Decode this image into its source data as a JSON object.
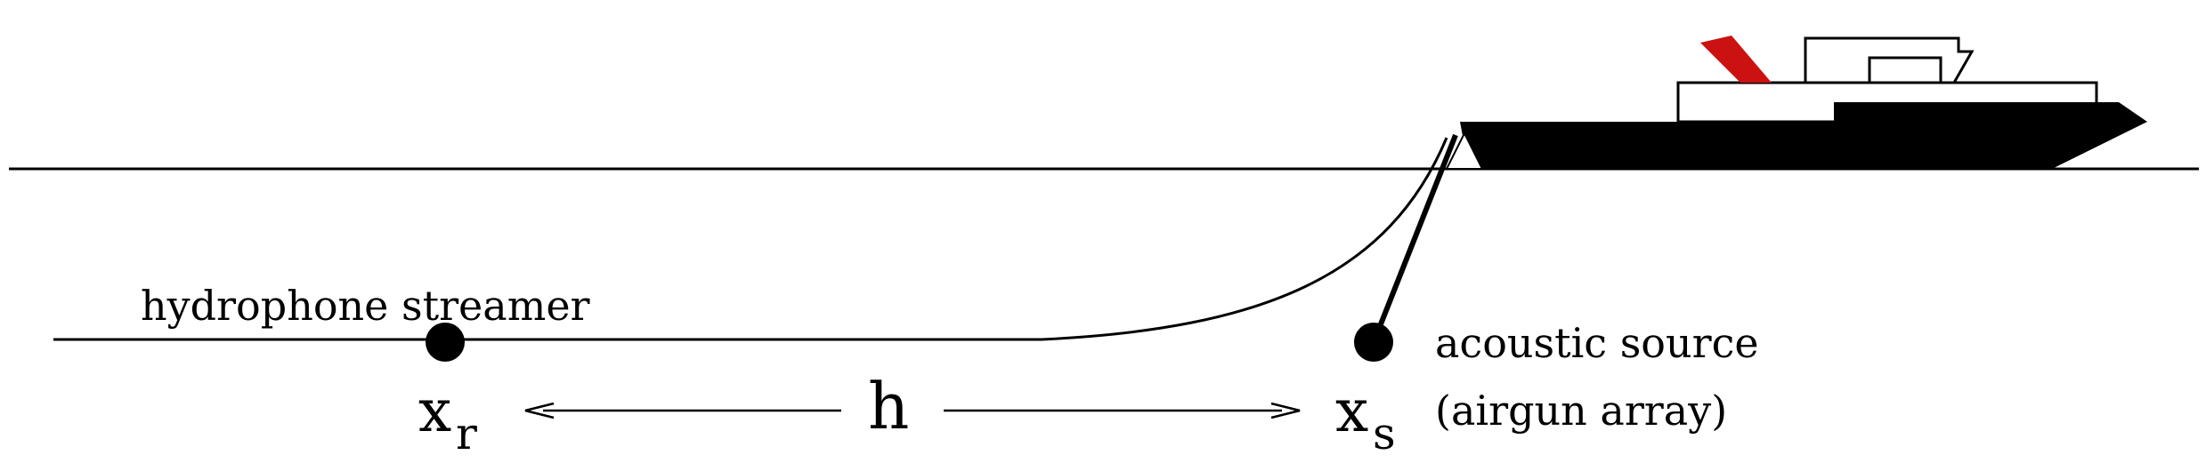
{
  "labels": {
    "streamer": "hydrophone streamer",
    "source_line1": "acoustic source",
    "source_line2": "(airgun array)",
    "receiver_base": "x",
    "receiver_sub": "r",
    "source_base": "x",
    "source_sub": "s",
    "offset": "h"
  },
  "colors": {
    "ink": "#000000",
    "funnel": "#cc1111",
    "background": "#ffffff"
  }
}
